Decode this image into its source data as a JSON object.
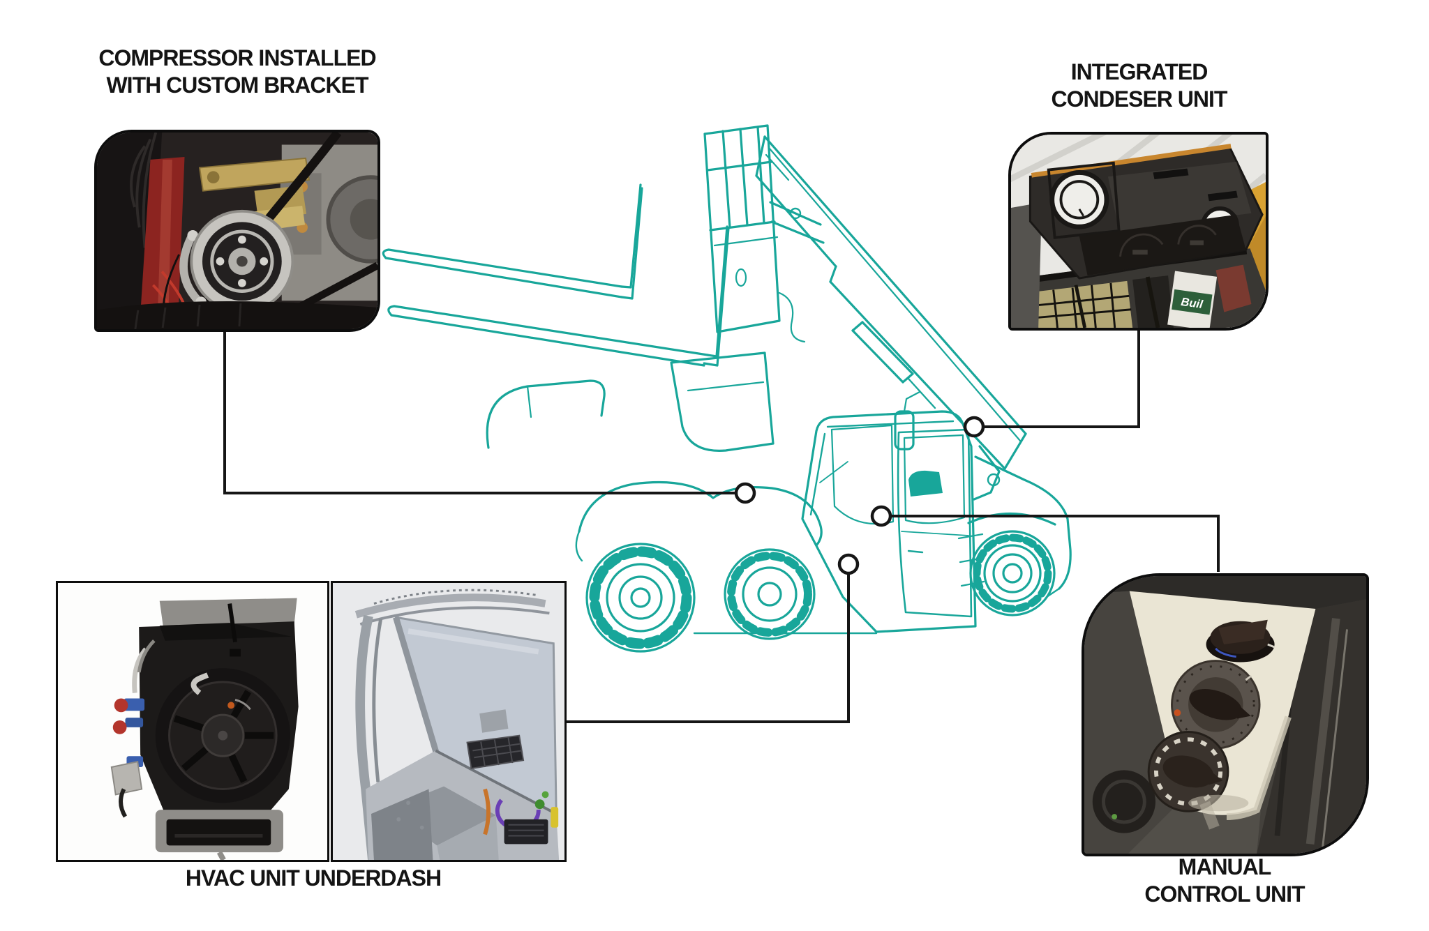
{
  "diagram": {
    "accent_color": "#18a69a",
    "connector_color": "#161616",
    "callouts": {
      "compressor": {
        "title_line1": "COMPRESSOR INSTALLED",
        "title_line2": "WITH CUSTOM BRACKET"
      },
      "condenser": {
        "title_line1": "INTEGRATED",
        "title_line2": "CONDESER UNIT"
      },
      "hvac": {
        "title": "HVAC UNIT UNDERDASH"
      },
      "manual": {
        "title_line1": "MANUAL",
        "title_line2": "CONTROL UNIT"
      }
    },
    "condenser_photo_sticker_text": "Buil"
  }
}
